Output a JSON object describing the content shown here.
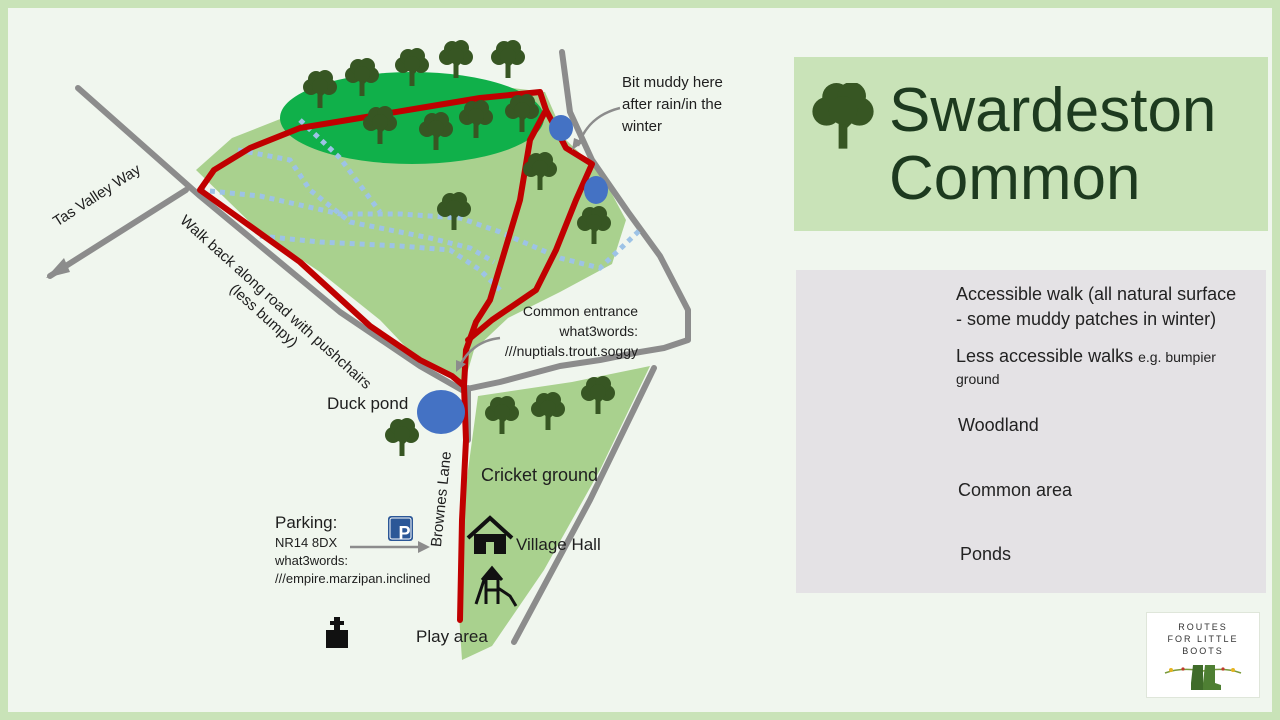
{
  "title": {
    "line1": "Swardeston",
    "line2": "Common"
  },
  "map_labels": {
    "muddy_note": [
      "Bit muddy here",
      "after rain/in the",
      "winter"
    ],
    "tas_valley_way": "Tas Valley Way",
    "road_note_line1": "Walk back along road with pushchairs",
    "road_note_line2": "(less bumpy)",
    "entrance_line1": "Common entrance",
    "entrance_line2": "what3words:",
    "entrance_line3": "///nuptials.trout.soggy",
    "duck_pond": "Duck pond",
    "brownes_lane": "Brownes Lane",
    "cricket_ground": "Cricket ground",
    "village_hall": "Village Hall",
    "play_area": "Play area",
    "parking_title": "Parking:",
    "parking_postcode": "NR14 8DX",
    "parking_w3w_label": "what3words:",
    "parking_w3w": "///empire.marzipan.inclined",
    "parking_sign": "P"
  },
  "legend": {
    "accessible_walk_line1": "Accessible walk  (all natural surface",
    "accessible_walk_line2": "- some muddy  patches in winter)",
    "less_accessible_main": "Less accessible walks ",
    "less_accessible_small": "e.g. bumpier",
    "less_accessible_line2": "ground",
    "woodland": "Woodland",
    "common_area": "Common area",
    "ponds": "Ponds"
  },
  "logo": {
    "line1": "ROUTES",
    "line2": "FOR LITTLE",
    "line3": "BOOTS"
  },
  "colors": {
    "accessible_walk": "#c00000",
    "less_accessible_walk": "#9dc3e6",
    "woodland": "#10b04a",
    "common_area": "#a9d18e",
    "ponds": "#4472c4",
    "road": "#8c8c8c",
    "tree": "#375623",
    "title_panel": "#c9e3b8",
    "legend_panel": "#e4e2e5"
  },
  "icons": [
    "tree-icon",
    "house-icon",
    "playground-icon",
    "parking-icon",
    "church-icon",
    "boots-icon"
  ]
}
